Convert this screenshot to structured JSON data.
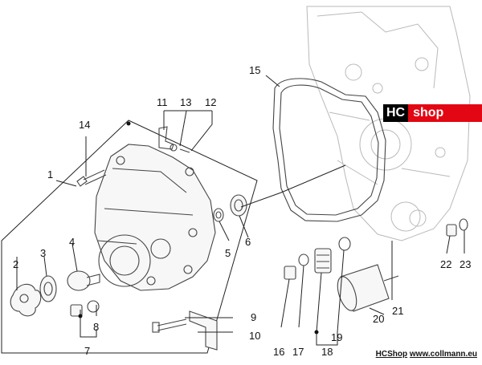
{
  "diagram": {
    "callouts": [
      {
        "id": "c1",
        "label": "1"
      },
      {
        "id": "c2",
        "label": "2"
      },
      {
        "id": "c3",
        "label": "3"
      },
      {
        "id": "c4",
        "label": "4"
      },
      {
        "id": "c5",
        "label": "5"
      },
      {
        "id": "c6",
        "label": "6"
      },
      {
        "id": "c7",
        "label": "7"
      },
      {
        "id": "c8",
        "label": "8"
      },
      {
        "id": "c9",
        "label": "9"
      },
      {
        "id": "c10",
        "label": "10"
      },
      {
        "id": "c11",
        "label": "11"
      },
      {
        "id": "c12",
        "label": "12"
      },
      {
        "id": "c13",
        "label": "13"
      },
      {
        "id": "c14",
        "label": "14"
      },
      {
        "id": "c15",
        "label": "15"
      },
      {
        "id": "c16",
        "label": "16"
      },
      {
        "id": "c17",
        "label": "17"
      },
      {
        "id": "c18",
        "label": "18"
      },
      {
        "id": "c19",
        "label": "19"
      },
      {
        "id": "c20",
        "label": "20"
      },
      {
        "id": "c21",
        "label": "21"
      },
      {
        "id": "c22",
        "label": "22"
      },
      {
        "id": "c23",
        "label": "23"
      }
    ]
  },
  "logo": {
    "part1": "HC",
    "part2": "shop",
    "small": "www.collmann.eu"
  },
  "footer": {
    "brand": "HCShop",
    "url": "www.collmann.eu"
  }
}
